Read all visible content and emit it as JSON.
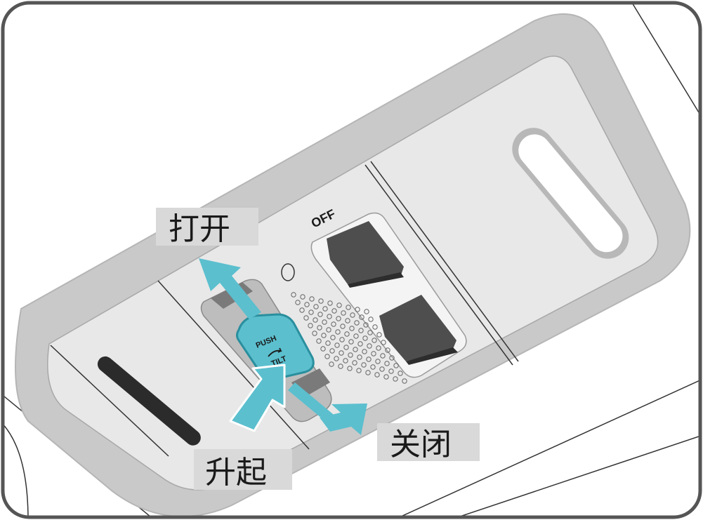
{
  "labels": {
    "open": "打开",
    "close": "关闭",
    "tilt_up": "升起"
  },
  "switch": {
    "off_label": "OFF",
    "push_text": "PUSH",
    "tilt_text": "TILT"
  },
  "colors": {
    "accent": "#5bbfce",
    "accent_dark": "#2a8f9e",
    "frame": "#555555",
    "label_bg": "#d9d9d9"
  }
}
